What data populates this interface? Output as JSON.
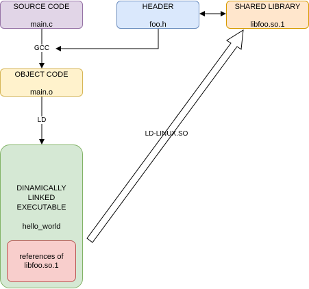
{
  "nodes": {
    "source": {
      "title": "SOURCE CODE",
      "file": "main.c",
      "fill": "#e1d5e7",
      "stroke": "#9673a6"
    },
    "header": {
      "title": "HEADER",
      "file": "foo.h",
      "fill": "#dae8fc",
      "stroke": "#6c8ebf"
    },
    "library": {
      "title": "SHARED LIBRARY",
      "file": "libfoo.so.1",
      "fill": "#ffe6cc",
      "stroke": "#d79b00"
    },
    "object": {
      "title": "OBJECT CODE",
      "file": "main.o",
      "fill": "#fff2cc",
      "stroke": "#d6b656"
    },
    "executable": {
      "title": "DINAMICALLY LINKED EXECUTABLE",
      "file": "hello_world",
      "fill": "#d5e8d4",
      "stroke": "#82b366"
    },
    "references": {
      "title": "references of libfoo.so.1",
      "fill": "#f8cecc",
      "stroke": "#b85450"
    }
  },
  "edges": {
    "gcc": "GCC",
    "ld": "LD",
    "loader": "LD-LINUX.SO"
  }
}
